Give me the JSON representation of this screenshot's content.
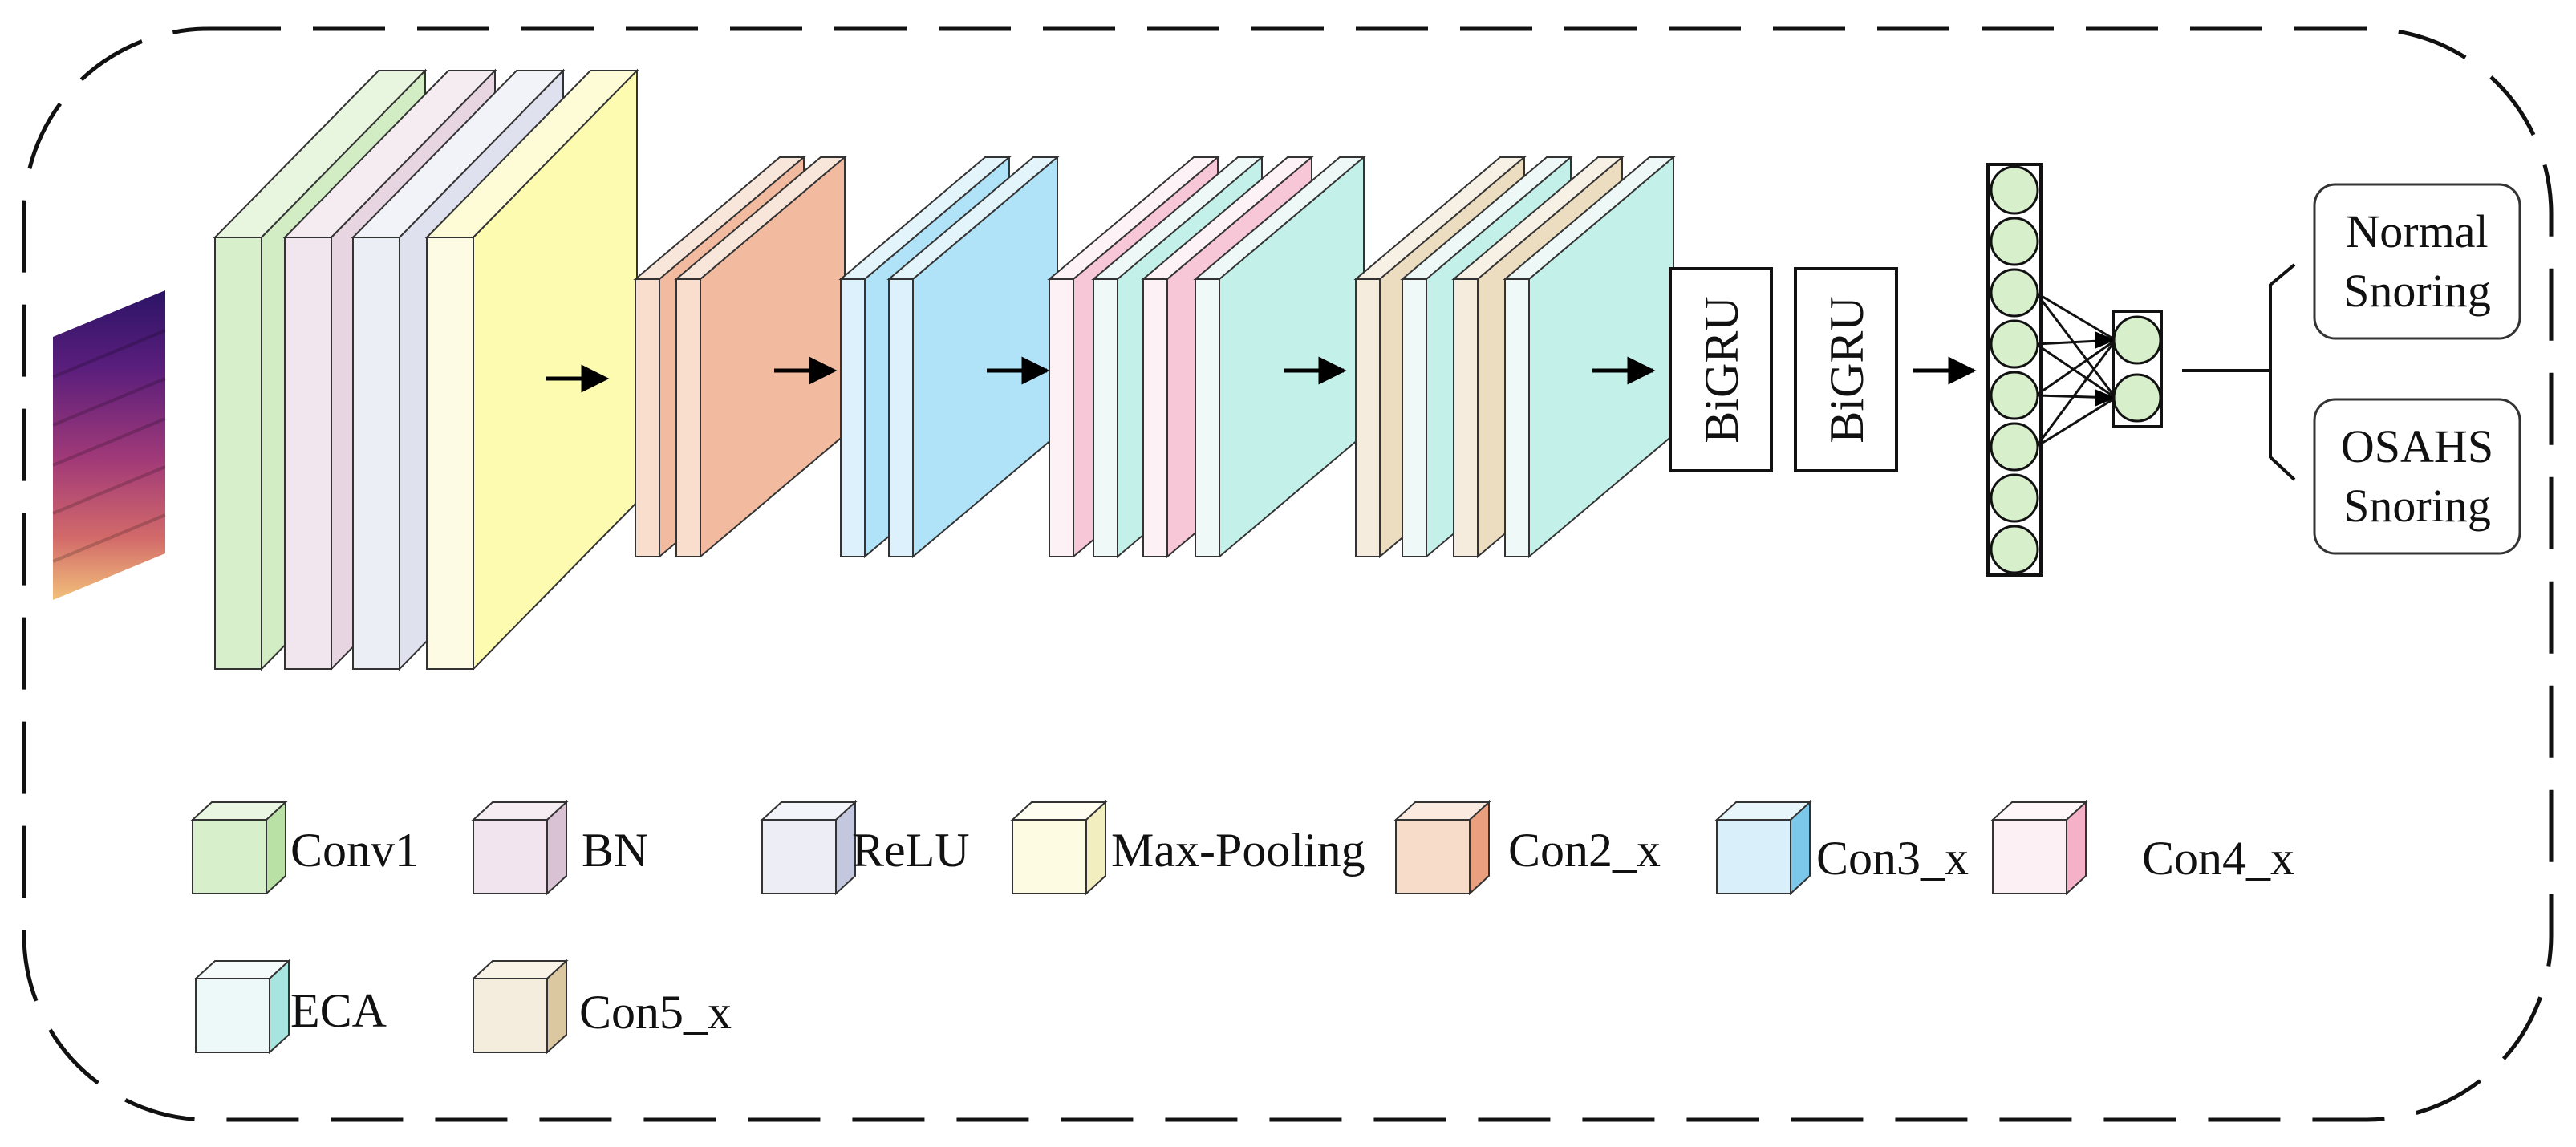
{
  "diagram": {
    "input": {
      "icon": "spectrogram-image"
    },
    "blocks": [
      {
        "id": "block1",
        "layers": [
          "Conv1",
          "BN",
          "ReLU",
          "Max-Pooling"
        ]
      },
      {
        "id": "block2",
        "layers": [
          "Con2_x",
          "Con2_x"
        ]
      },
      {
        "id": "block3",
        "layers": [
          "Con3_x",
          "Con3_x"
        ]
      },
      {
        "id": "block4",
        "layers": [
          "Con4_x",
          "ECA",
          "Con4_x",
          "ECA"
        ]
      },
      {
        "id": "block5",
        "layers": [
          "Con5_x",
          "ECA",
          "Con5_x",
          "ECA"
        ]
      }
    ],
    "bigru": [
      "BiGRU",
      "BiGRU"
    ],
    "dense_neurons": 8,
    "output_neurons": 2,
    "outputs": [
      {
        "line1": "Normal",
        "line2": "Snoring"
      },
      {
        "line1": "OSAHS",
        "line2": "Snoring"
      }
    ],
    "legend": [
      {
        "label": "Conv1",
        "front": "#d8efcc",
        "side": "#b9e1a6",
        "top": "#e9f6e1"
      },
      {
        "label": "BN",
        "front": "#f1e4ee",
        "side": "#d9c2d3",
        "top": "#f6edf3"
      },
      {
        "label": "ReLU",
        "front": "#ecedf5",
        "side": "#c3c8de",
        "top": "#f3f4f9"
      },
      {
        "label": "Max-Pooling",
        "front": "#fdfbe2",
        "side": "#f3eec0",
        "top": "#fefdef"
      },
      {
        "label": "Con2_x",
        "front": "#f8dcca",
        "side": "#ea9f7f",
        "top": "#fbeadf"
      },
      {
        "label": "Con3_x",
        "front": "#d9f0fa",
        "side": "#7cc8ea",
        "top": "#e8f6fc"
      },
      {
        "label": "Con4_x",
        "front": "#fdf0f4",
        "side": "#f4b1c8",
        "top": "#fef6f9"
      },
      {
        "label": "ECA",
        "front": "#edf8f8",
        "side": "#a9e5e0",
        "top": "#f5fbfb"
      },
      {
        "label": "Con5_x",
        "front": "#f4ecdc",
        "side": "#dcc8a0",
        "top": "#f8f2e7"
      }
    ],
    "colors": {
      "Conv1": {
        "front": "#d8efcc",
        "side": "#d2edc4",
        "top": "#e8f5df"
      },
      "BN": {
        "front": "#f2e6ee",
        "side": "#e7d6e1",
        "top": "#f5ecf2"
      },
      "ReLU": {
        "front": "#eceef6",
        "side": "#dfe1ee",
        "top": "#f2f3f9"
      },
      "Max-Pooling": {
        "front": "#fdfbe3",
        "side": "#fdfbb0",
        "top": "#fdfcd6"
      },
      "Con2_x": {
        "front": "#f9dece",
        "side": "#f2bba0",
        "top": "#f9e6da"
      },
      "Con3_x": {
        "front": "#dcf1fb",
        "side": "#b0e3f7",
        "top": "#e4f4fb"
      },
      "Con4_x": {
        "front": "#fdf1f5",
        "side": "#f7c6d7",
        "top": "#fdf3f7"
      },
      "ECA": {
        "front": "#eef9f8",
        "side": "#c4f0ea",
        "top": "#eef9f7"
      },
      "Con5_x": {
        "front": "#f5ecdd",
        "side": "#ecddc0",
        "top": "#f7f0e4"
      }
    },
    "frame_color": "#111111",
    "neuron_color": "#d8efcc"
  }
}
